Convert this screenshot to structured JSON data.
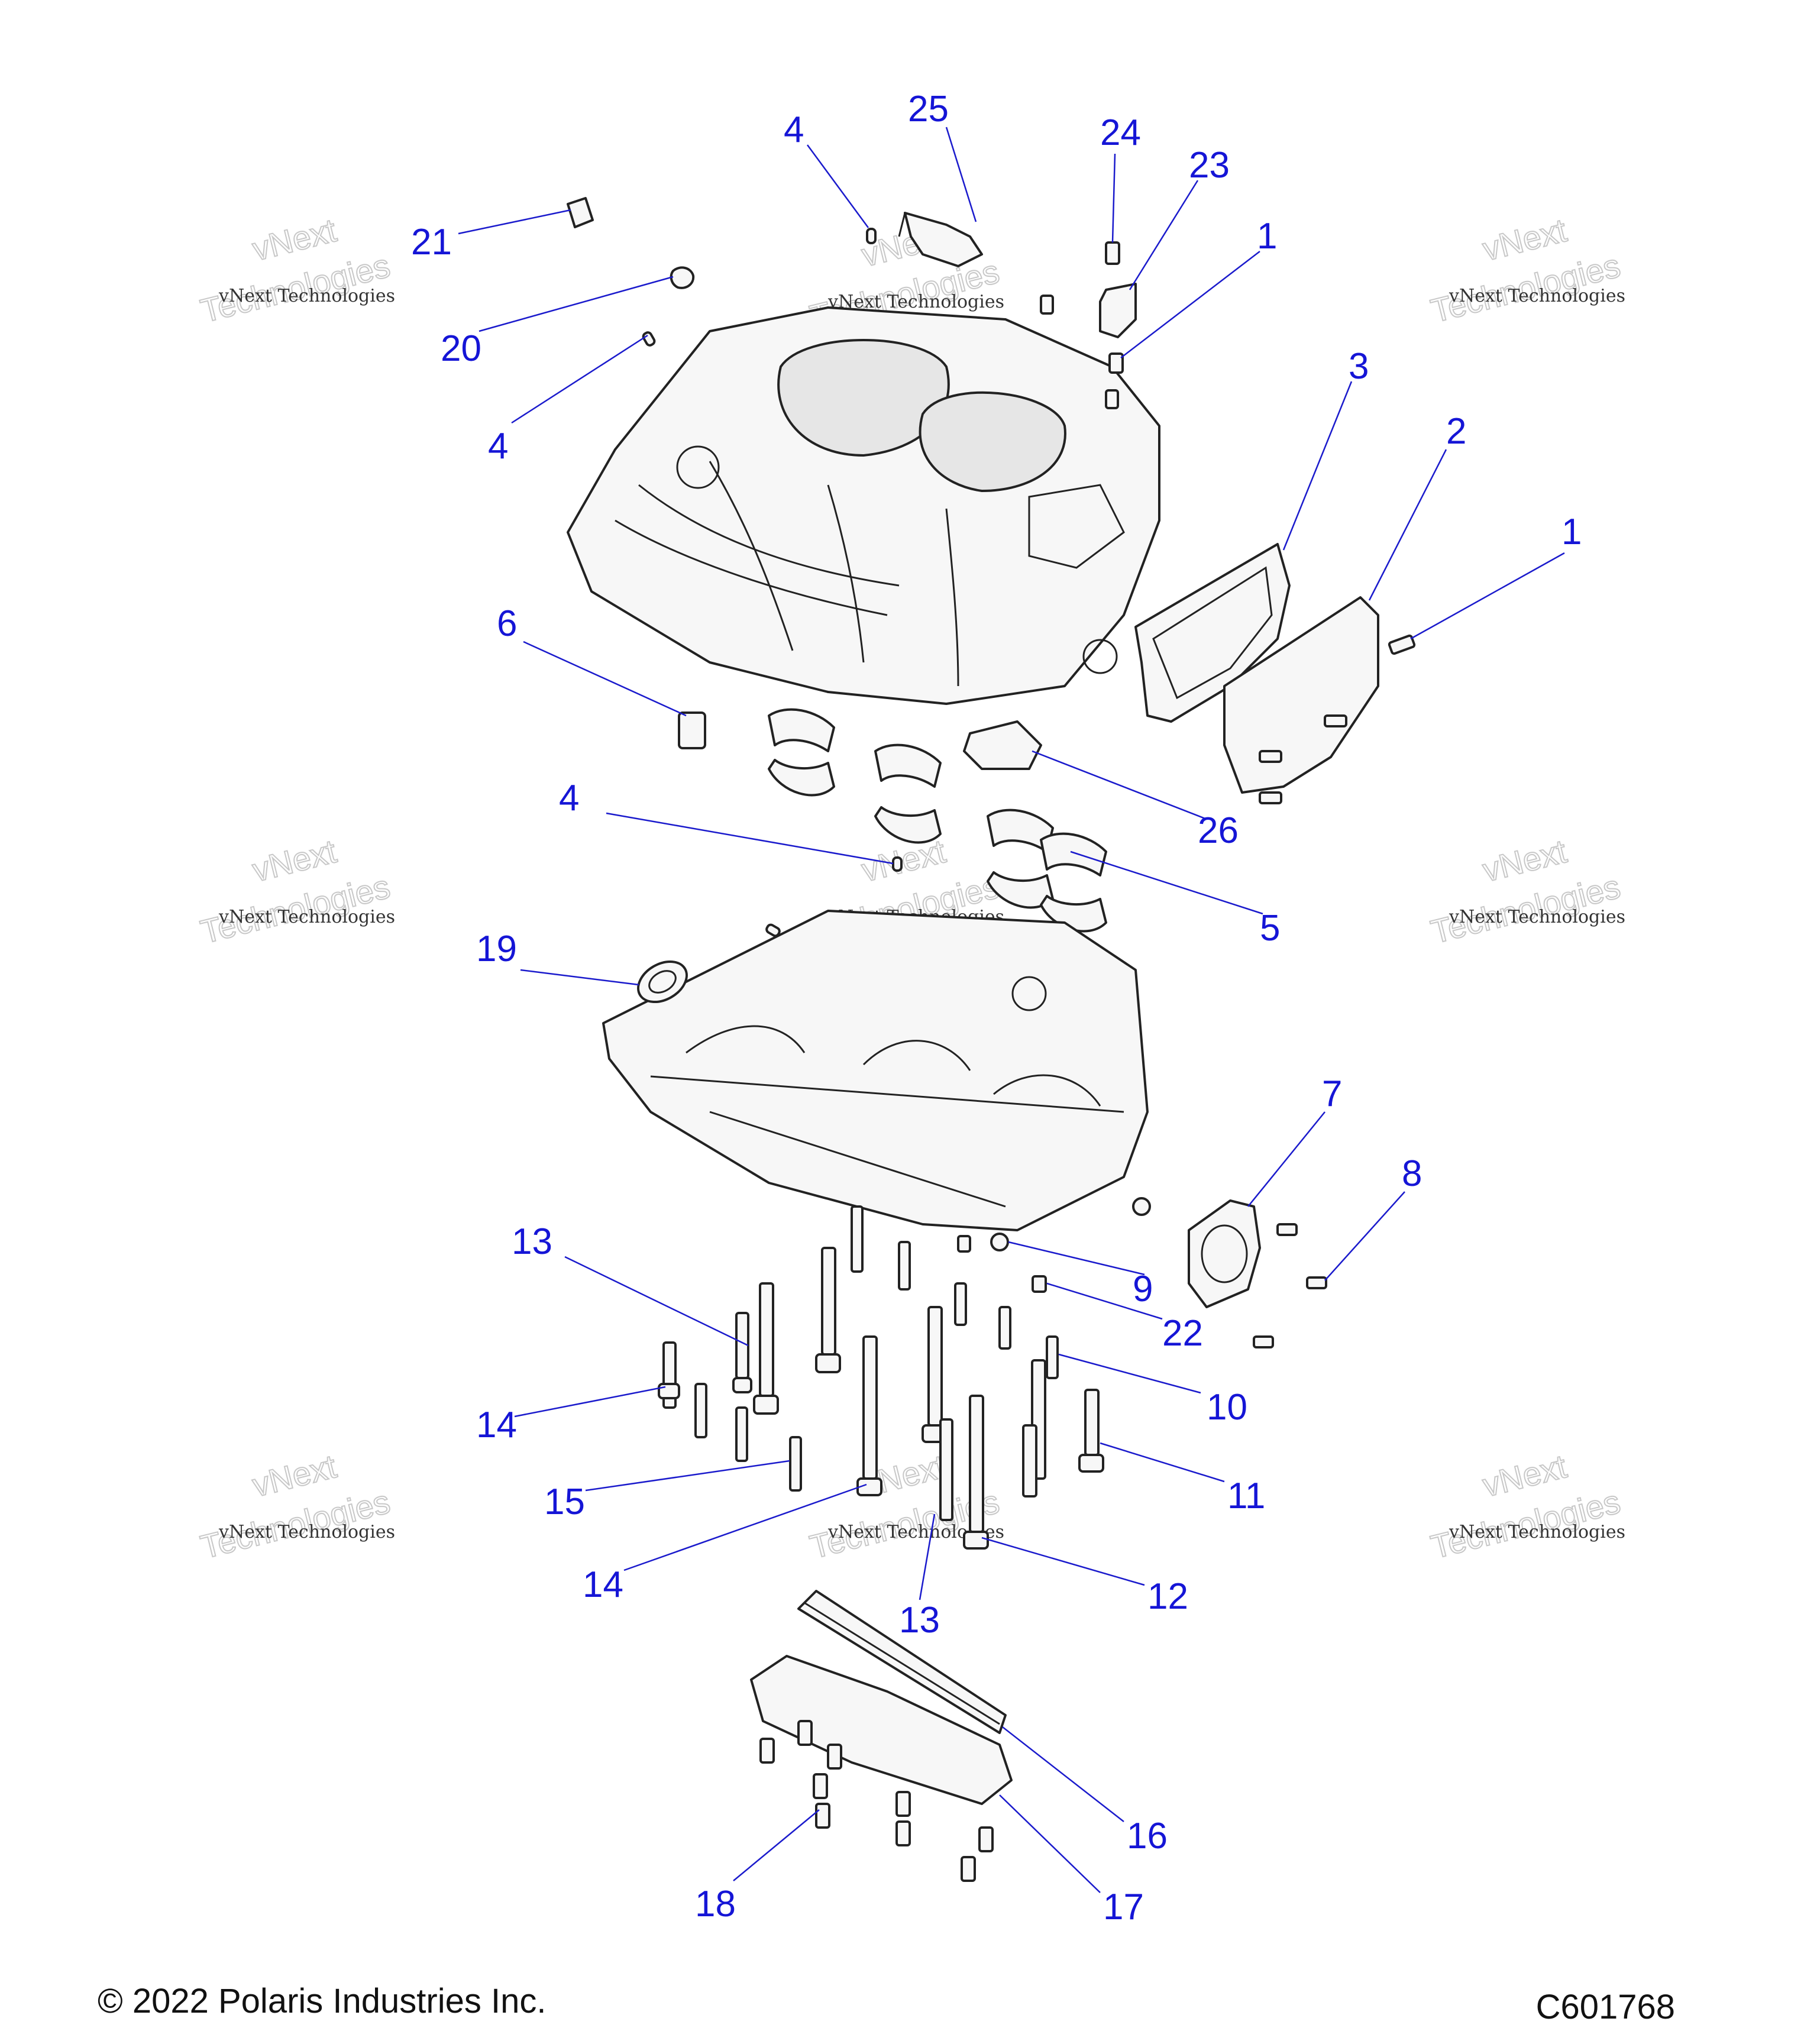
{
  "footer": {
    "copyright": "© 2022 Polaris Industries Inc.",
    "figure_code": "C601768"
  },
  "watermark": {
    "line1": "vNext Technologies",
    "line2_big": "vNext",
    "line3_big": "Technologies"
  },
  "callouts": [
    {
      "id": "c21",
      "label": "21"
    },
    {
      "id": "c20",
      "label": "20"
    },
    {
      "id": "c4a",
      "label": "4"
    },
    {
      "id": "c4b",
      "label": "4"
    },
    {
      "id": "c25",
      "label": "25"
    },
    {
      "id": "c24",
      "label": "24"
    },
    {
      "id": "c23",
      "label": "23"
    },
    {
      "id": "c1a",
      "label": "1"
    },
    {
      "id": "c3",
      "label": "3"
    },
    {
      "id": "c2",
      "label": "2"
    },
    {
      "id": "c1b",
      "label": "1"
    },
    {
      "id": "c6",
      "label": "6"
    },
    {
      "id": "c26",
      "label": "26"
    },
    {
      "id": "c4c",
      "label": "4"
    },
    {
      "id": "c5",
      "label": "5"
    },
    {
      "id": "c19",
      "label": "19"
    },
    {
      "id": "c7",
      "label": "7"
    },
    {
      "id": "c8",
      "label": "8"
    },
    {
      "id": "c9",
      "label": "9"
    },
    {
      "id": "c22",
      "label": "22"
    },
    {
      "id": "c13a",
      "label": "13"
    },
    {
      "id": "c14a",
      "label": "14"
    },
    {
      "id": "c10",
      "label": "10"
    },
    {
      "id": "c11",
      "label": "11"
    },
    {
      "id": "c15",
      "label": "15"
    },
    {
      "id": "c14b",
      "label": "14"
    },
    {
      "id": "c12",
      "label": "12"
    },
    {
      "id": "c13b",
      "label": "13"
    },
    {
      "id": "c16",
      "label": "16"
    },
    {
      "id": "c17",
      "label": "17"
    },
    {
      "id": "c18",
      "label": "18"
    }
  ]
}
